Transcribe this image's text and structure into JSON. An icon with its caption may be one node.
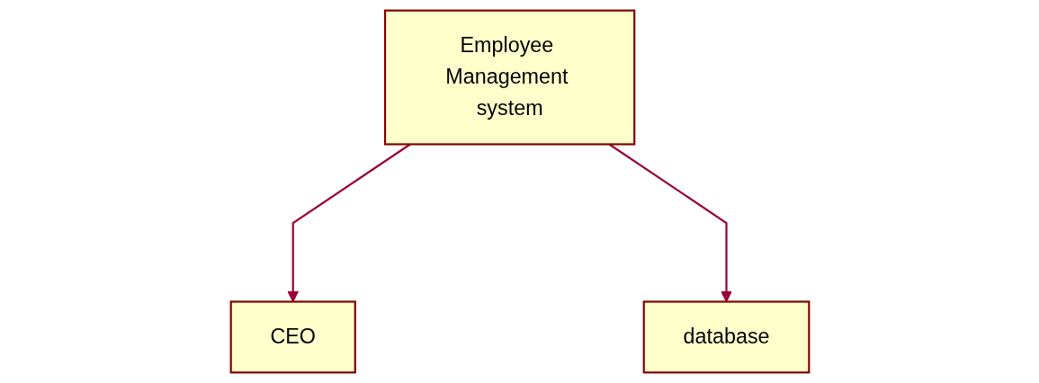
{
  "diagram": {
    "nodes": [
      {
        "text": [
          "Employee Management system"
        ]
      },
      {
        "text": [
          "CEO"
        ]
      },
      {
        "text": [
          "database"
        ]
      }
    ],
    "edges": [
      {
        "from": 0,
        "to": 1,
        "arrow": "to"
      },
      {
        "from": 0,
        "to": 2,
        "arrow": "to"
      }
    ]
  }
}
